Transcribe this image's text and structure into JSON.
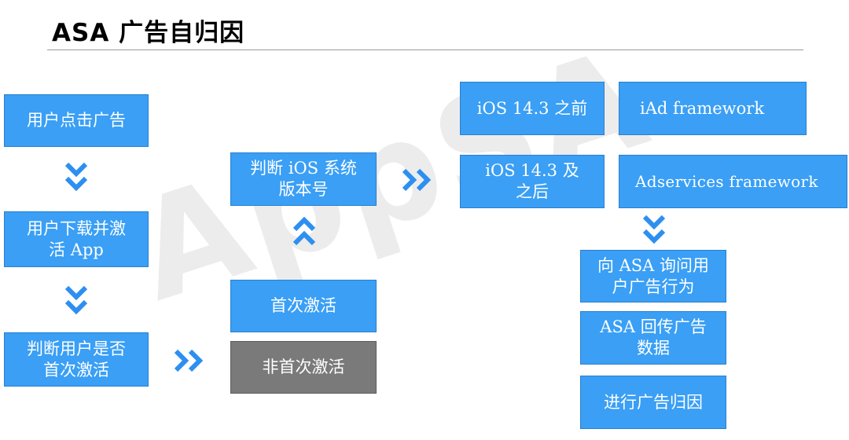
{
  "header": {
    "title": "ASA 广告自归因"
  },
  "watermark": {
    "text": "AppSA"
  },
  "colors": {
    "box_blue": "#3a9ff5",
    "box_gray": "#7a7a7a",
    "arrow_blue": "#2d8ff0"
  },
  "nodes": {
    "user_click_ad": "用户点击广告",
    "user_download_activate": "用户下载并激活 App",
    "judge_first_activation": "判断用户是否首次激活",
    "judge_ios_version": "判断 iOS 系统版本号",
    "first_activation": "首次激活",
    "non_first_activation": "非首次激活",
    "ios_before_143": "iOS 14.3 之前",
    "ios_143_after": "iOS 14.3 及之后",
    "iad_framework": "iAd framework",
    "adservices_framework": "Adservices framework",
    "query_asa": "向 ASA 询问用户广告行为",
    "asa_return_data": "ASA 回传广告数据",
    "perform_attribution": "进行广告归因"
  },
  "arrows": [
    {
      "name": "arrow-click-to-download",
      "direction": "down"
    },
    {
      "name": "arrow-download-to-judge",
      "direction": "down"
    },
    {
      "name": "arrow-judge-to-activation",
      "direction": "right"
    },
    {
      "name": "arrow-first-to-ios",
      "direction": "up"
    },
    {
      "name": "arrow-ios-to-version",
      "direction": "right"
    },
    {
      "name": "arrow-adservices-to-query",
      "direction": "down"
    }
  ]
}
